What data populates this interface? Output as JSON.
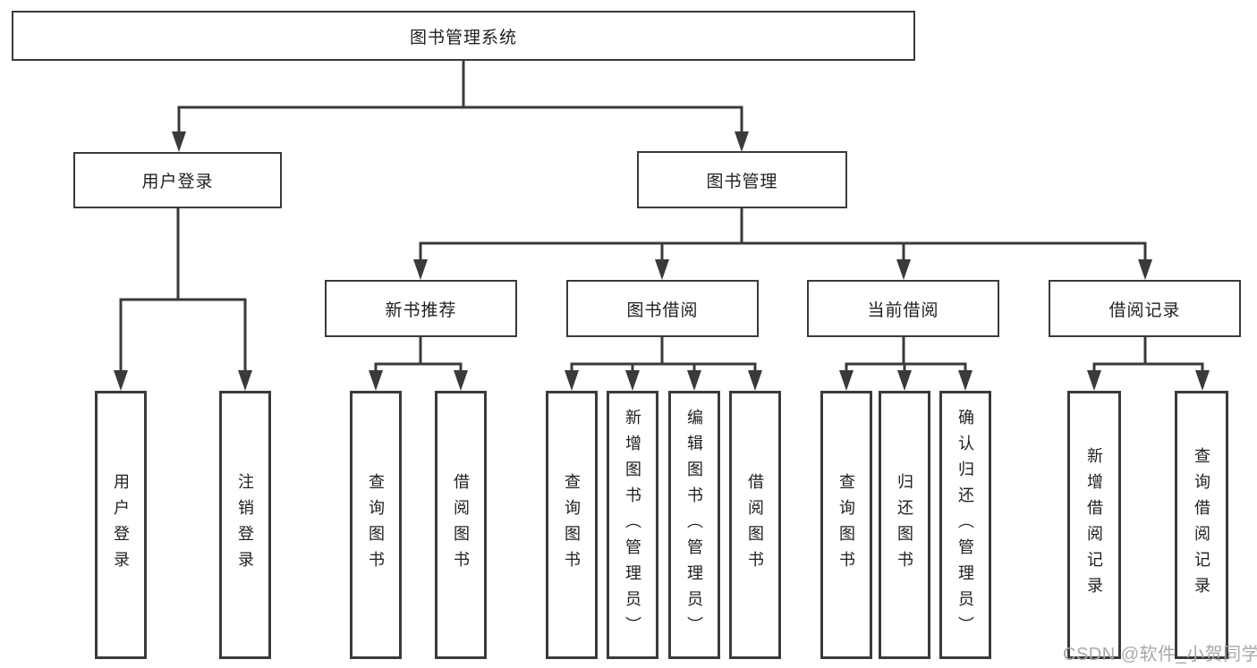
{
  "tree": {
    "root": "图书管理系统",
    "children": [
      {
        "label": "用户登录",
        "children": [
          {
            "label": "用户登录"
          },
          {
            "label": "注销登录"
          }
        ]
      },
      {
        "label": "图书管理",
        "children": [
          {
            "label": "新书推荐",
            "children": [
              {
                "label": "查询图书"
              },
              {
                "label": "借阅图书"
              }
            ]
          },
          {
            "label": "图书借阅",
            "children": [
              {
                "label": "查询图书"
              },
              {
                "label": "新增图书（管理员）"
              },
              {
                "label": "编辑图书（管理员）"
              },
              {
                "label": "借阅图书"
              }
            ]
          },
          {
            "label": "当前借阅",
            "children": [
              {
                "label": "查询图书"
              },
              {
                "label": "归还图书"
              },
              {
                "label": "确认归还（管理员）"
              }
            ]
          },
          {
            "label": "借阅记录",
            "children": [
              {
                "label": "新增借阅记录"
              },
              {
                "label": "查询借阅记录"
              }
            ]
          }
        ]
      }
    ]
  },
  "watermark": "CSDN @软件_小贺同学",
  "colors": {
    "line": "#3a3a3a",
    "box_border": "#3a3a3a",
    "text": "#1f1f1f",
    "watermark": "#a8a8a8",
    "background": "#ffffff"
  }
}
